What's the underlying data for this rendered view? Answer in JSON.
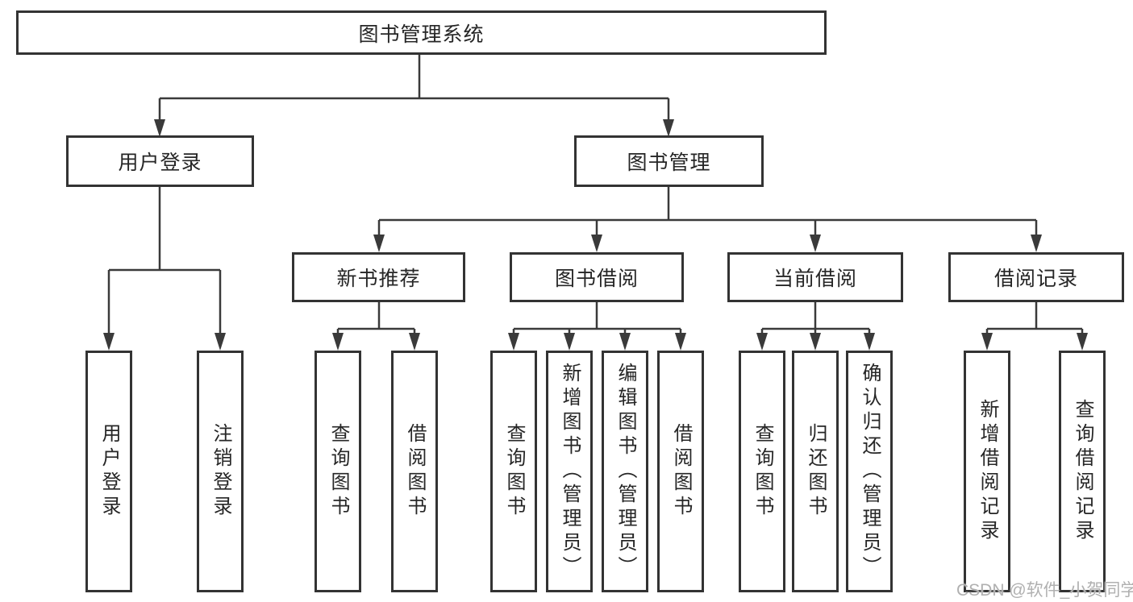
{
  "tree": {
    "root": {
      "label": "图书管理系统"
    },
    "branches": [
      {
        "label": "用户登录",
        "children": [
          {
            "label": "用户登录"
          },
          {
            "label": "注销登录"
          }
        ]
      },
      {
        "label": "图书管理",
        "children": [
          {
            "label": "新书推荐",
            "children": [
              {
                "label": "查询图书"
              },
              {
                "label": "借阅图书"
              }
            ]
          },
          {
            "label": "图书借阅",
            "children": [
              {
                "label": "查询图书"
              },
              {
                "label": "新增图书（管理员）"
              },
              {
                "label": "编辑图书（管理员）"
              },
              {
                "label": "借阅图书"
              }
            ]
          },
          {
            "label": "当前借阅",
            "children": [
              {
                "label": "查询图书"
              },
              {
                "label": "归还图书"
              },
              {
                "label": "确认归还（管理员）"
              }
            ]
          },
          {
            "label": "借阅记录",
            "children": [
              {
                "label": "新增借阅记录"
              },
              {
                "label": "查询借阅记录"
              }
            ]
          }
        ]
      }
    ]
  },
  "watermark": {
    "text": "CSDN @软件_小贺同学"
  },
  "colors": {
    "line": "#3a3a3a",
    "box_border": "#333333",
    "text": "#262626",
    "watermark": "#b0b0b0",
    "background": "#ffffff"
  }
}
